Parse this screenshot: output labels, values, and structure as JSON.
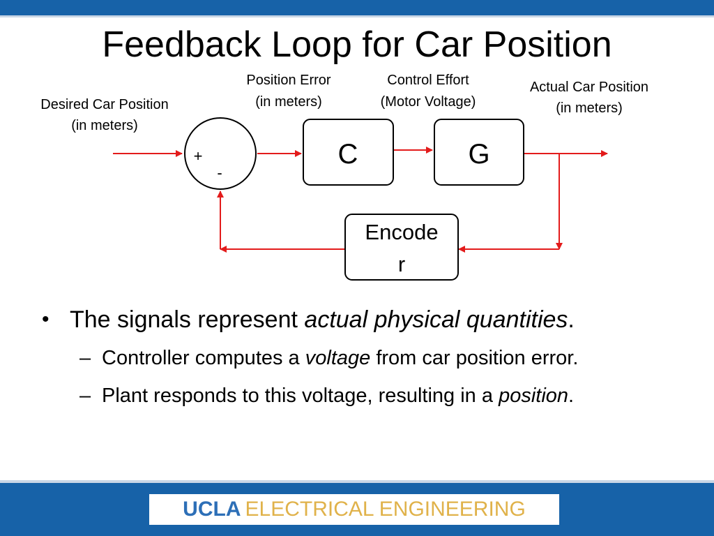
{
  "slide": {
    "title": "Feedback Loop for Car Position"
  },
  "diagram": {
    "labels": {
      "desired_line1": "Desired Car Position",
      "desired_line2": "(in meters)",
      "error_line1": "Position Error",
      "error_line2": "(in meters)",
      "effort_line1": "Control Effort",
      "effort_line2": "(Motor Voltage)",
      "actual_line1": "Actual Car Position",
      "actual_line2": "(in meters)"
    },
    "summing_junction": {
      "plus": "+",
      "minus": "-"
    },
    "blocks": {
      "controller": "C",
      "plant": "G",
      "sensor_line1": "Encode",
      "sensor_line2": "r"
    },
    "colors": {
      "signal": "#e31b1b",
      "block_border": "#000000"
    }
  },
  "bullets": {
    "l1": {
      "text_before": "The signals represent ",
      "emphasis": "actual physical quantities",
      "text_after": "."
    },
    "sub1": {
      "dash": "–",
      "text_before": "Controller computes a ",
      "emphasis": "voltage",
      "text_after": " from car position error."
    },
    "sub2": {
      "dash": "–",
      "text_before": "Plant responds to this voltage, resulting in a ",
      "emphasis": "position",
      "text_after": "."
    }
  },
  "footer": {
    "logo_ucla": "UCLA",
    "logo_ee": "ELECTRICAL ENGINEERING",
    "colors": {
      "bar": "#1762a8",
      "ucla": "#2d6fb7",
      "ee": "#e0b24a"
    }
  }
}
